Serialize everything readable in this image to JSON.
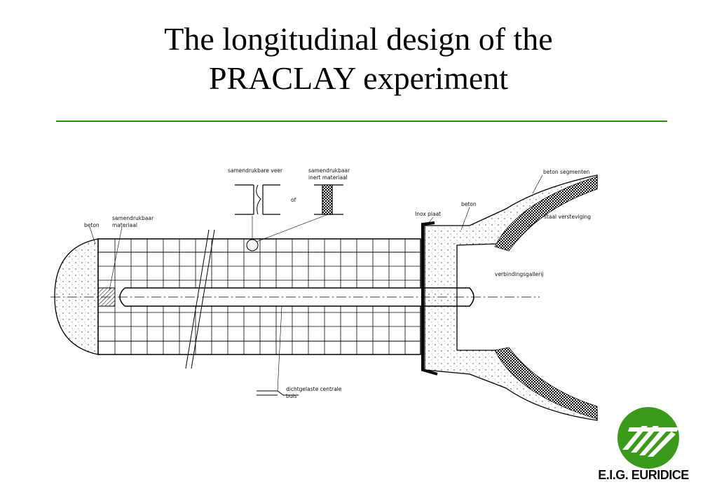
{
  "slide": {
    "title_line1": "The longitudinal design of the",
    "title_line2": "PRACLAY experiment"
  },
  "diagram": {
    "labels": {
      "compressible_spring": "samendrukbare veer",
      "compressible_inert_l1": "samendrukbaar",
      "compressible_inert_l2": "inert materiaal",
      "or": "of",
      "concrete_left": "beton",
      "compressible_material_l1": "samendrukbaar",
      "compressible_material_l2": "materiaal",
      "inox_plate": "Inox plaat",
      "concrete_right": "beton",
      "concrete_segments": "beton segmenten",
      "steel_reinforcement": "staal versteviging",
      "connecting_gallery": "verbindingsgallerij",
      "central_tube_l1": "dichtgelaste centrale",
      "central_tube_l2": "buis"
    }
  },
  "logo": {
    "text": "E.I.G. EURIDICE",
    "color": "#3a9a1a"
  },
  "colors": {
    "rule": "#2e8b1e"
  }
}
